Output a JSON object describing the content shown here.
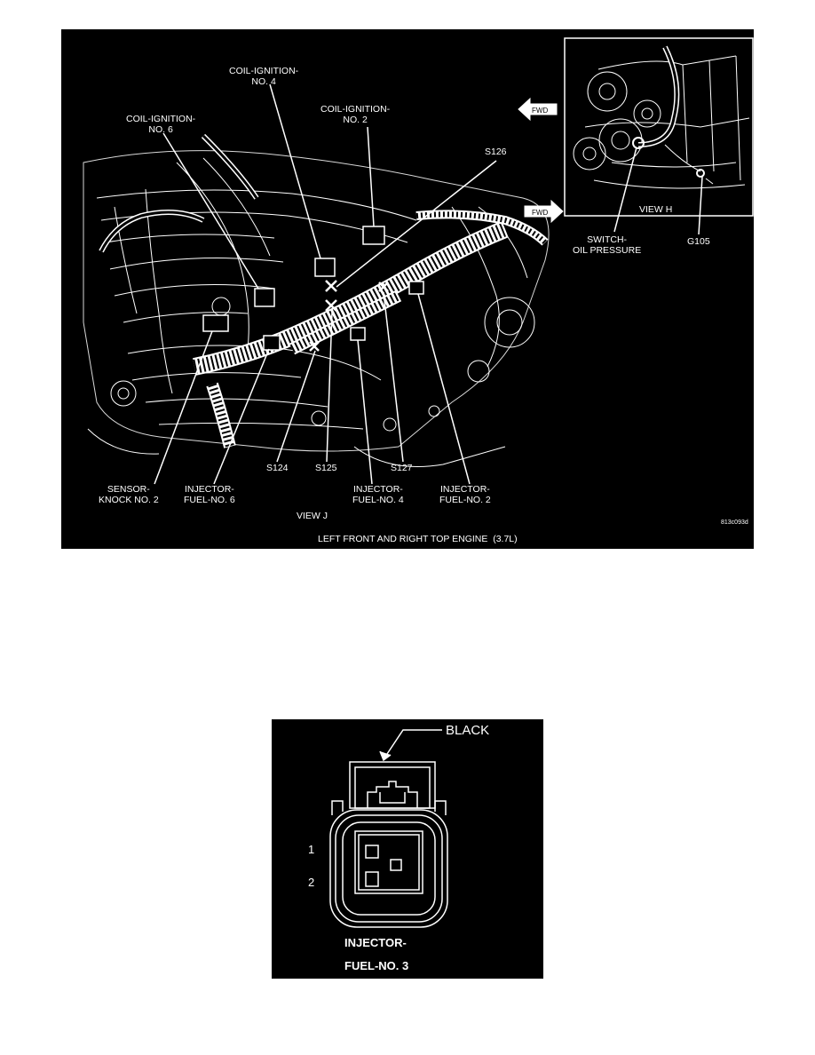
{
  "engine_diagram": {
    "caption": "LEFT FRONT AND RIGHT TOP ENGINE  (3.7L)",
    "figure_id": "813c093d",
    "view_j_label": "VIEW J",
    "view_h_label": "VIEW H",
    "fwd_arrow_text": "FWD",
    "callouts": {
      "coil_ignition_no4": "COIL-IGNITION-\nNO. 4",
      "coil_ignition_no6": "COIL-IGNITION-\nNO. 6",
      "coil_ignition_no2": "COIL-IGNITION-\nNO. 2",
      "s126": "S126",
      "s124": "S124",
      "s125": "S125",
      "s127": "S127",
      "sensor_knock_no2": "SENSOR-\nKNOCK NO. 2",
      "injector_fuel_no6": "INJECTOR-\nFUEL-NO. 6",
      "injector_fuel_no4": "INJECTOR-\nFUEL-NO. 4",
      "injector_fuel_no2": "INJECTOR-\nFUEL-NO. 2",
      "switch_oil_pressure": "SWITCH-\nOIL PRESSURE",
      "g105": "G105"
    }
  },
  "connector_diagram": {
    "color_label": "BLACK",
    "pin_1": "1",
    "pin_2": "2",
    "title_line1": "INJECTOR-",
    "title_line2": "FUEL-NO. 3"
  }
}
